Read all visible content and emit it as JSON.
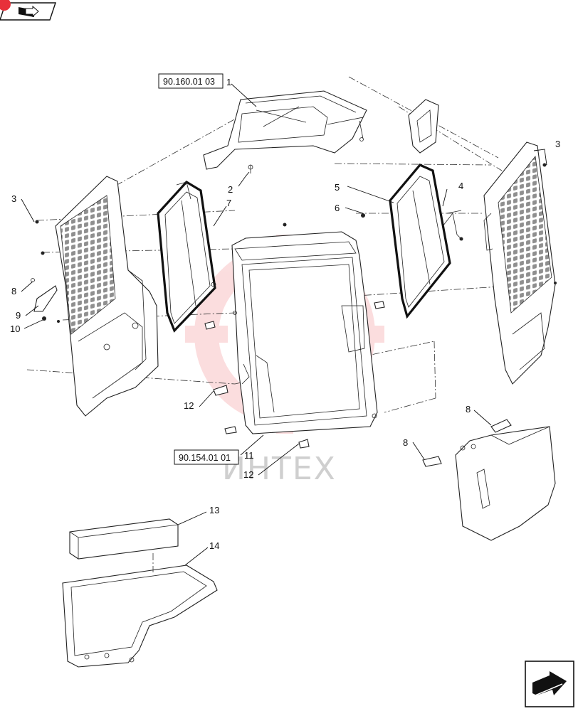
{
  "callouts": {
    "c1": "1",
    "c2": "2",
    "c3a": "3",
    "c3b": "3",
    "c4": "4",
    "c5": "5",
    "c6": "6",
    "c7": "7",
    "c8a": "8",
    "c8b": "8",
    "c8c": "8",
    "c9": "9",
    "c10": "10",
    "c11": "11",
    "c12a": "12",
    "c12b": "12",
    "c13": "13",
    "c14": "14"
  },
  "references": {
    "top": "90.160.01 03",
    "bottom": "90.154.01 01"
  },
  "watermark": {
    "text": "ИНТЕХ",
    "color": "#e8303a"
  },
  "icons": {
    "top_left": "book-arrow-icon",
    "bottom_right": "next-page-arrow-icon"
  }
}
